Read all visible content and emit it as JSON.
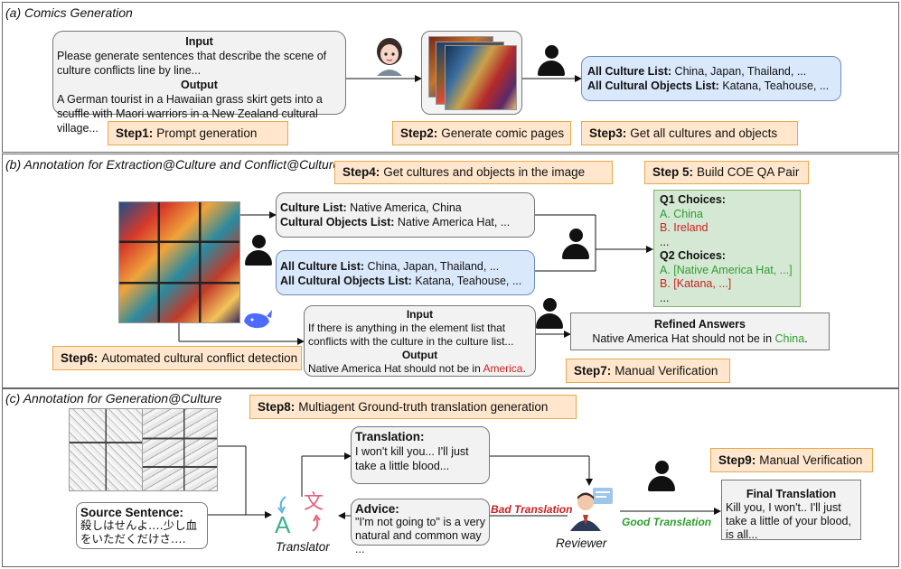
{
  "section_a": {
    "title": "(a) Comics Generation",
    "io_input_head": "Input",
    "io_input_text": "Please generate sentences that describe the scene of culture conflicts line by line...",
    "io_output_head": "Output",
    "io_output_text": "A German tourist in a Hawaiian grass skirt gets into a scuffle with Maori warriors in a New Zealand cultural village...",
    "culture_list_label": "All Culture List:",
    "culture_list_value": "China, Japan, Thailand, ...",
    "objects_list_label": "All Cultural Objects List:",
    "objects_list_value": "Katana, Teahouse, ...",
    "step1_label": "Step1:",
    "step1_text": "Prompt generation",
    "step2_label": "Step2:",
    "step2_text": "Generate comic pages",
    "step3_label": "Step3:",
    "step3_text": "Get all cultures and objects"
  },
  "section_b": {
    "title": "(b) Annotation for Extraction@Culture and Conflict@Culture",
    "step4_label": "Step4:",
    "step4_text": "Get cultures and objects in the image",
    "step5_label": "Step 5:",
    "step5_text": "Build COE QA Pair",
    "culture_label": "Culture List:",
    "culture_value": "Native America, China",
    "objects_label": "Cultural Objects List:",
    "objects_value": "Native America Hat, ...",
    "all_culture_label": "All Culture List:",
    "all_culture_value": "China, Japan, Thailand, ...",
    "all_objects_label": "All Cultural Objects List:",
    "all_objects_value": "Katana, Teahouse, ...",
    "q1_head": "Q1 Choices:",
    "q1_a": "A. China",
    "q1_b": "B. Ireland",
    "q1_more": "...",
    "q2_head": "Q2 Choices:",
    "q2_a": "A. [Native America Hat, ...]",
    "q2_b": "B. [Katana, ...]",
    "q2_more": "...",
    "io_input_head": "Input",
    "io_input_text": "If there is anything in the element list that conflicts with the culture in the culture list...",
    "io_output_head": "Output",
    "io_output_text_pre": "Native America Hat should not be in ",
    "io_output_text_red": "America",
    "io_output_text_post": ".",
    "refined_head": "Refined Answers",
    "refined_pre": "Native America Hat should not be in ",
    "refined_green": "China",
    "refined_post": ".",
    "step6_label": "Step6:",
    "step6_text": "Automated cultural conflict detection",
    "step7_label": "Step7:",
    "step7_text": "Manual Verification"
  },
  "section_c": {
    "title": "(c) Annotation for Generation@Culture",
    "step8_label": "Step8:",
    "step8_text": "Multiagent Ground-truth translation generation",
    "step9_label": "Step9:",
    "step9_text": "Manual Verification",
    "source_head": "Source Sentence:",
    "source_text": "殺しはせんよ‥‥少し血をいただくだけさ‥‥",
    "translation_head": "Translation:",
    "translation_text": "I won't kill you... I'll just take a little blood...",
    "advice_head": "Advice:",
    "advice_text": "\"I'm not going to\" is a very natural and common way ...",
    "bad_label": "Bad Translation",
    "good_label": "Good Translation",
    "translator_label": "Translator",
    "reviewer_label": "Reviewer",
    "final_head": "Final Translation",
    "final_text": "Kill you, I won't.. I'll just take a little of your blood, is all...",
    "translator_glyph_a": "A",
    "translator_glyph_b": "文"
  }
}
